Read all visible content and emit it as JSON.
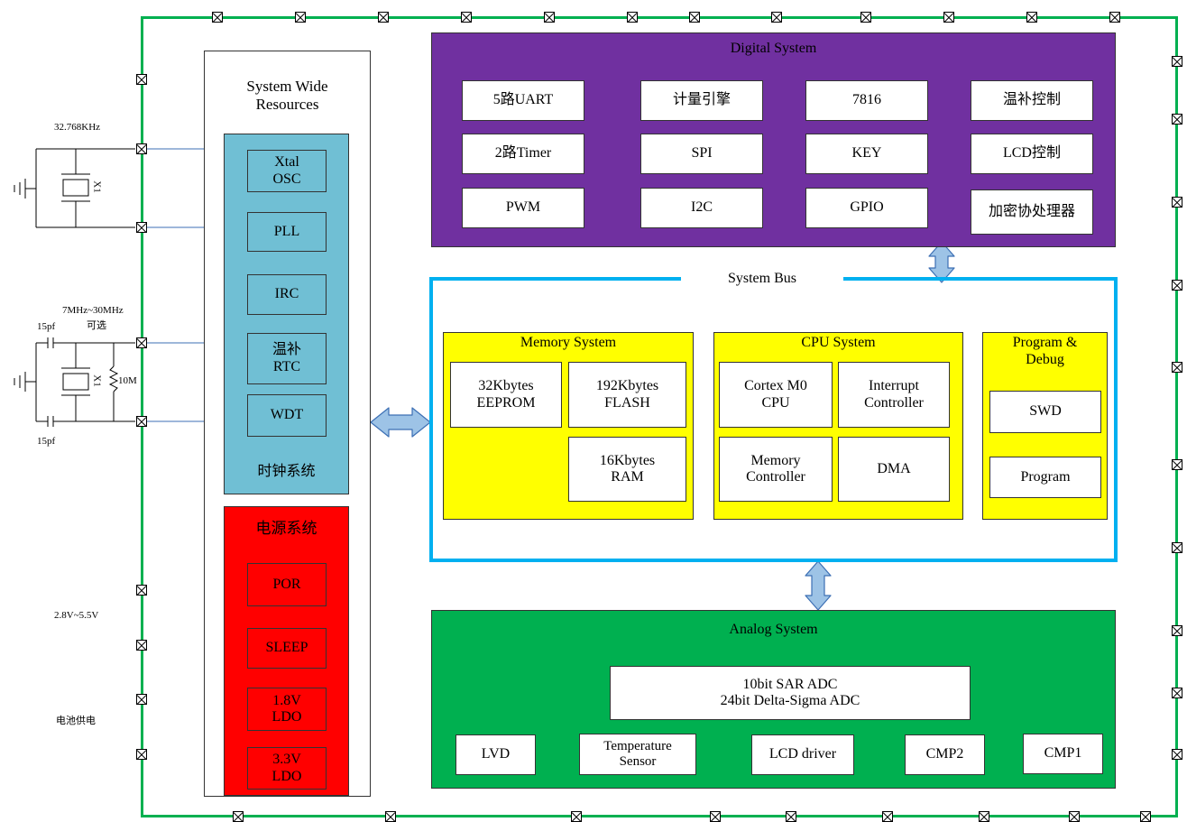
{
  "external": {
    "crystal_32k": "32.768KHz",
    "crystal_hf": "7MHz~30MHz",
    "crystal_hf_optional": "可选",
    "cap_top": "15pf",
    "cap_bottom": "15pf",
    "x1_label_a": "X1",
    "x1_label_b": "X1",
    "resistor": "10M",
    "voltage": "2.8V~5.5V",
    "power_source": "电池供电"
  },
  "resources": {
    "title": "System Wide\nResources",
    "clock_items": [
      "Xtal\nOSC",
      "PLL",
      "IRC",
      "温补\nRTC",
      "WDT"
    ],
    "clock_title": "时钟系统",
    "power_title": "电源系统",
    "power_items": [
      "POR",
      "SLEEP",
      "1.8V\nLDO",
      "3.3V\nLDO"
    ]
  },
  "digital": {
    "title": "Digital System",
    "items": [
      "5路UART",
      "计量引擎",
      "7816",
      "温补控制",
      "2路Timer",
      "SPI",
      "KEY",
      "LCD控制",
      "PWM",
      "I2C",
      "GPIO",
      "加密协处理器"
    ]
  },
  "bus": {
    "title": "System Bus"
  },
  "memory": {
    "title": "Memory System",
    "items": [
      "32Kbytes\nEEPROM",
      "192Kbytes\nFLASH",
      "16Kbytes\nRAM"
    ]
  },
  "cpu": {
    "title": "CPU System",
    "items": [
      "Cortex M0\nCPU",
      "Interrupt\nController",
      "Memory\nController",
      "DMA"
    ]
  },
  "debug": {
    "title": "Program &\nDebug",
    "items": [
      "SWD",
      "Program"
    ]
  },
  "analog": {
    "title": "Analog System",
    "adc": "10bit  SAR ADC\n24bit  Delta-Sigma ADC",
    "items": [
      "LVD",
      "Temperature\nSensor",
      "LCD  driver",
      "CMP2",
      "CMP1"
    ]
  },
  "colors": {
    "outline_green": "#00b050",
    "digital_bg": "#7030a0",
    "bus_blue": "#00b0f0",
    "yellow": "#ffff00",
    "analog_bg": "#00b050",
    "clock_bg": "#70bfd4",
    "power_bg": "#ff0000",
    "arrow_fill": "#9dc3e6"
  }
}
